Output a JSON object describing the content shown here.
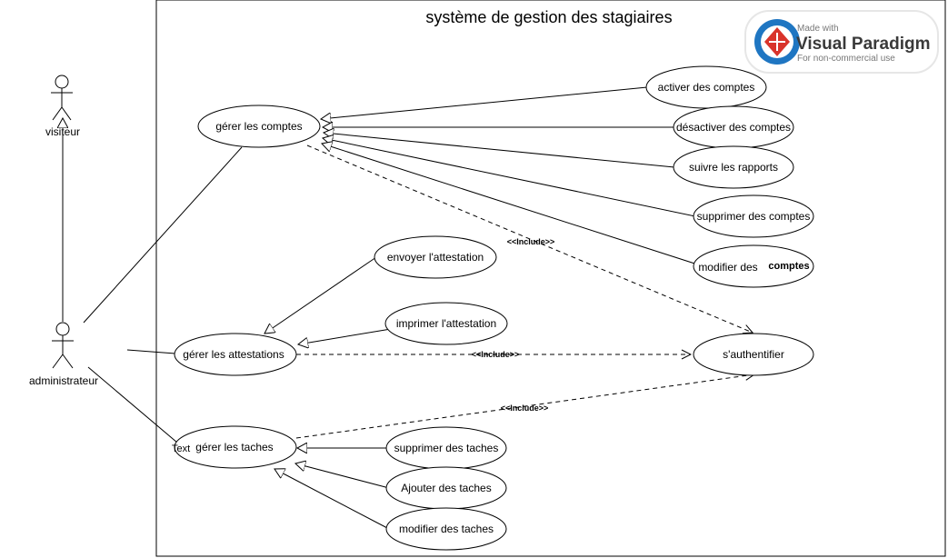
{
  "system": {
    "title": "système de gestion des stagiaires"
  },
  "actors": {
    "visitor": "visiteur",
    "admin": "administrateur"
  },
  "use_cases": {
    "gerer_comptes": "gérer les comptes",
    "activer": "activer des comptes",
    "desactiver": "désactiver des comptes",
    "suivre": "suivre les rapports",
    "supprimer_comptes": "supprimer des comptes",
    "modifier_comptes_a": "modifier des",
    "modifier_comptes_b": "comptes",
    "envoyer": "envoyer l'attestation",
    "imprimer": "imprimer l'attestation",
    "gerer_attestations": "gérer les attestations",
    "authentifier": "s'authentifier",
    "gerer_taches": "gérer les taches",
    "supprimer_taches": "supprimer des taches",
    "ajouter_taches": "Ajouter des taches",
    "modifier_taches": "modifier des taches"
  },
  "relations": {
    "include": "<<Include>>"
  },
  "stray_text": "Text",
  "watermark": {
    "line1": "Made with",
    "line2": "Visual Paradigm",
    "line3": "For non-commercial use",
    "accent": "#1f76c2",
    "accent_red": "#d9342b"
  }
}
